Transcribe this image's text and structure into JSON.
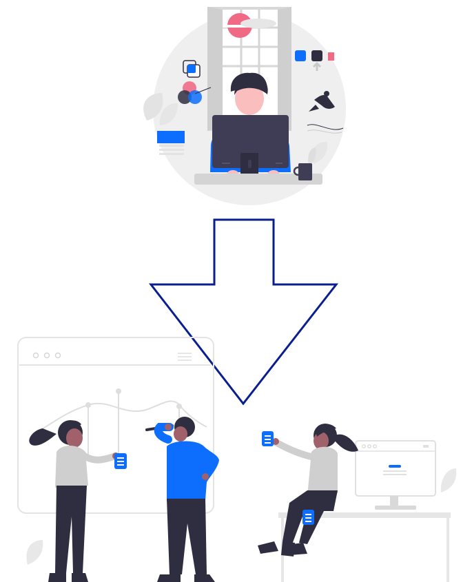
{
  "scene": {
    "description_type": "illustration",
    "top_illustration": "person-working-at-computer",
    "connector": "down-arrow",
    "bottom_illustration": "team-collaboration"
  },
  "colors": {
    "accent_blue": "#0d6efd",
    "arrow_stroke": "#0a1f8f",
    "skin": "#fbbebe",
    "hair": "#2f2e41",
    "pink": "#f06a85",
    "grey_shirt": "#cfcfcf",
    "light_grey": "#eeeeee",
    "mid_grey": "#e0e0e0"
  },
  "icons": {
    "arrow": "down-arrow-icon",
    "window_dots": "browser-window-dots-icon",
    "document": "document-icon"
  }
}
